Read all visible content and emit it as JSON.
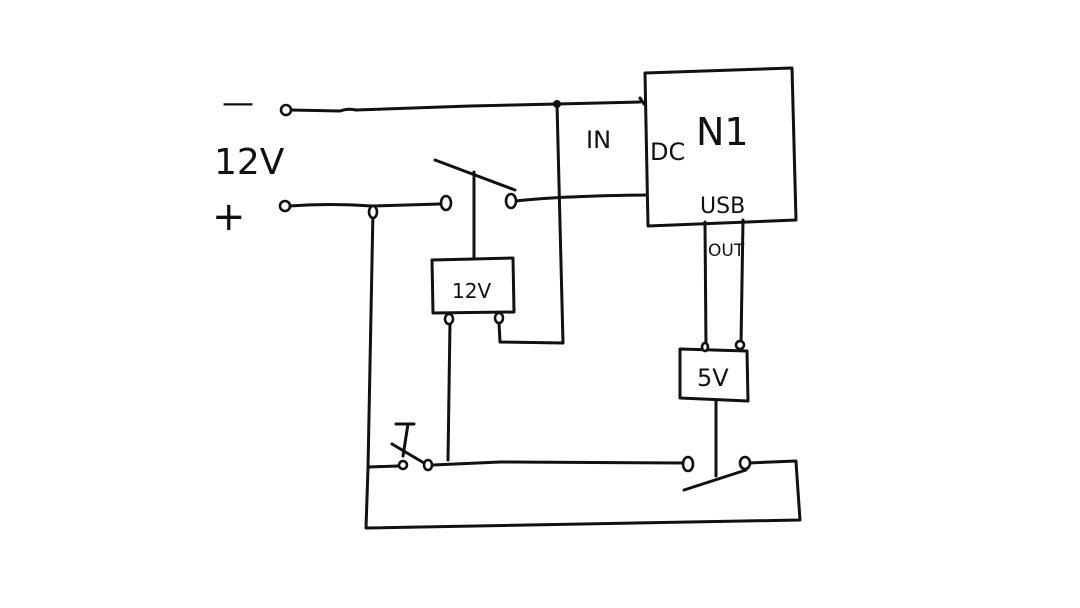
{
  "power_input": {
    "negative_label": "—",
    "voltage_label": "12V",
    "positive_label": "+"
  },
  "module_n1": {
    "name": "N1",
    "port_dc": "DC",
    "port_usb": "USB",
    "in_label": "IN",
    "out_label": "OUT"
  },
  "relay_12v": {
    "label": "12V"
  },
  "relay_5v": {
    "label": "5V"
  },
  "push_button": {
    "label": "T"
  },
  "colors": {
    "ink": "#111111",
    "paper": "#ffffff"
  }
}
